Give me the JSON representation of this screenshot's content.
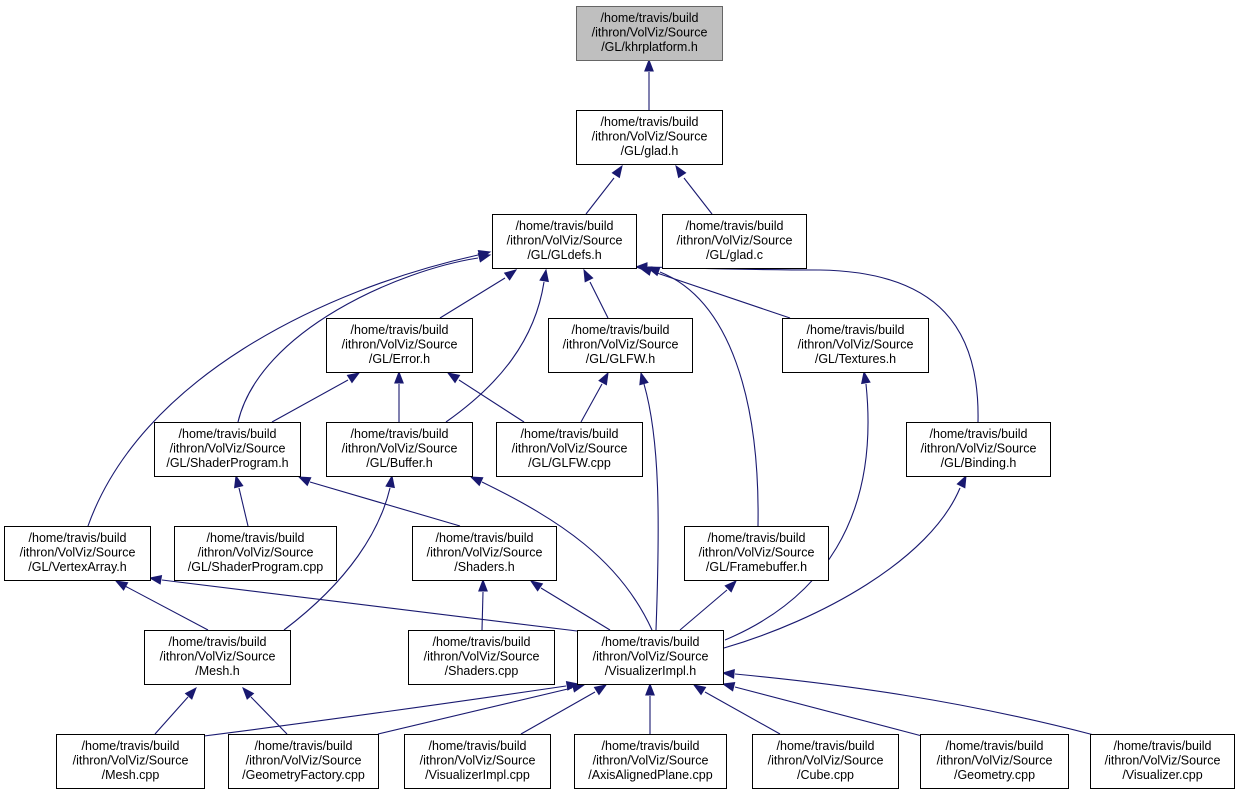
{
  "graph": {
    "nodes": [
      {
        "id": "khrplatform_h",
        "lines": [
          "/home/travis/build",
          "/ithron/VolViz/Source",
          "/GL/khrplatform.h"
        ],
        "root": true
      },
      {
        "id": "glad_h",
        "lines": [
          "/home/travis/build",
          "/ithron/VolViz/Source",
          "/GL/glad.h"
        ]
      },
      {
        "id": "gldefs_h",
        "lines": [
          "/home/travis/build",
          "/ithron/VolViz/Source",
          "/GL/GLdefs.h"
        ]
      },
      {
        "id": "glad_c",
        "lines": [
          "/home/travis/build",
          "/ithron/VolViz/Source",
          "/GL/glad.c"
        ]
      },
      {
        "id": "error_h",
        "lines": [
          "/home/travis/build",
          "/ithron/VolViz/Source",
          "/GL/Error.h"
        ]
      },
      {
        "id": "glfw_h",
        "lines": [
          "/home/travis/build",
          "/ithron/VolViz/Source",
          "/GL/GLFW.h"
        ]
      },
      {
        "id": "textures_h",
        "lines": [
          "/home/travis/build",
          "/ithron/VolViz/Source",
          "/GL/Textures.h"
        ]
      },
      {
        "id": "shaderprogram_h",
        "lines": [
          "/home/travis/build",
          "/ithron/VolViz/Source",
          "/GL/ShaderProgram.h"
        ]
      },
      {
        "id": "buffer_h",
        "lines": [
          "/home/travis/build",
          "/ithron/VolViz/Source",
          "/GL/Buffer.h"
        ]
      },
      {
        "id": "glfw_cpp",
        "lines": [
          "/home/travis/build",
          "/ithron/VolViz/Source",
          "/GL/GLFW.cpp"
        ]
      },
      {
        "id": "binding_h",
        "lines": [
          "/home/travis/build",
          "/ithron/VolViz/Source",
          "/GL/Binding.h"
        ]
      },
      {
        "id": "vertexarray_h",
        "lines": [
          "/home/travis/build",
          "/ithron/VolViz/Source",
          "/GL/VertexArray.h"
        ]
      },
      {
        "id": "shaderprogram_cpp",
        "lines": [
          "/home/travis/build",
          "/ithron/VolViz/Source",
          "/GL/ShaderProgram.cpp"
        ]
      },
      {
        "id": "shaders_h",
        "lines": [
          "/home/travis/build",
          "/ithron/VolViz/Source",
          "/Shaders.h"
        ]
      },
      {
        "id": "framebuffer_h",
        "lines": [
          "/home/travis/build",
          "/ithron/VolViz/Source",
          "/GL/Framebuffer.h"
        ]
      },
      {
        "id": "mesh_h",
        "lines": [
          "/home/travis/build",
          "/ithron/VolViz/Source",
          "/Mesh.h"
        ]
      },
      {
        "id": "shaders_cpp",
        "lines": [
          "/home/travis/build",
          "/ithron/VolViz/Source",
          "/Shaders.cpp"
        ]
      },
      {
        "id": "visualizerimpl_h",
        "lines": [
          "/home/travis/build",
          "/ithron/VolViz/Source",
          "/VisualizerImpl.h"
        ]
      },
      {
        "id": "mesh_cpp",
        "lines": [
          "/home/travis/build",
          "/ithron/VolViz/Source",
          "/Mesh.cpp"
        ]
      },
      {
        "id": "geometryfactory_cpp",
        "lines": [
          "/home/travis/build",
          "/ithron/VolViz/Source",
          "/GeometryFactory.cpp"
        ]
      },
      {
        "id": "visualizerimpl_cpp",
        "lines": [
          "/home/travis/build",
          "/ithron/VolViz/Source",
          "/VisualizerImpl.cpp"
        ]
      },
      {
        "id": "axisalignedplane_cpp",
        "lines": [
          "/home/travis/build",
          "/ithron/VolViz/Source",
          "/AxisAlignedPlane.cpp"
        ]
      },
      {
        "id": "cube_cpp",
        "lines": [
          "/home/travis/build",
          "/ithron/VolViz/Source",
          "/Cube.cpp"
        ]
      },
      {
        "id": "geometry_cpp",
        "lines": [
          "/home/travis/build",
          "/ithron/VolViz/Source",
          "/Geometry.cpp"
        ]
      },
      {
        "id": "visualizer_cpp",
        "lines": [
          "/home/travis/build",
          "/ithron/VolViz/Source",
          "/Visualizer.cpp"
        ]
      }
    ],
    "edges": [
      {
        "from": "glad_h",
        "to": "khrplatform_h"
      },
      {
        "from": "gldefs_h",
        "to": "glad_h"
      },
      {
        "from": "glad_c",
        "to": "glad_h"
      },
      {
        "from": "error_h",
        "to": "gldefs_h"
      },
      {
        "from": "glfw_h",
        "to": "gldefs_h"
      },
      {
        "from": "textures_h",
        "to": "gldefs_h"
      },
      {
        "from": "buffer_h",
        "to": "gldefs_h"
      },
      {
        "from": "shaderprogram_h",
        "to": "gldefs_h"
      },
      {
        "from": "vertexarray_h",
        "to": "gldefs_h"
      },
      {
        "from": "framebuffer_h",
        "to": "gldefs_h"
      },
      {
        "from": "binding_h",
        "to": "gldefs_h"
      },
      {
        "from": "shaderprogram_h",
        "to": "error_h"
      },
      {
        "from": "buffer_h",
        "to": "error_h"
      },
      {
        "from": "glfw_cpp",
        "to": "error_h"
      },
      {
        "from": "glfw_cpp",
        "to": "glfw_h"
      },
      {
        "from": "visualizerimpl_h",
        "to": "glfw_h"
      },
      {
        "from": "visualizerimpl_h",
        "to": "textures_h"
      },
      {
        "from": "visualizerimpl_h",
        "to": "binding_h"
      },
      {
        "from": "shaderprogram_cpp",
        "to": "shaderprogram_h"
      },
      {
        "from": "shaders_h",
        "to": "shaderprogram_h"
      },
      {
        "from": "mesh_h",
        "to": "buffer_h"
      },
      {
        "from": "visualizerimpl_h",
        "to": "buffer_h"
      },
      {
        "from": "mesh_h",
        "to": "vertexarray_h"
      },
      {
        "from": "visualizerimpl_h",
        "to": "vertexarray_h"
      },
      {
        "from": "shaders_cpp",
        "to": "shaders_h"
      },
      {
        "from": "visualizerimpl_h",
        "to": "shaders_h"
      },
      {
        "from": "visualizerimpl_h",
        "to": "framebuffer_h"
      },
      {
        "from": "mesh_cpp",
        "to": "mesh_h"
      },
      {
        "from": "geometryfactory_cpp",
        "to": "mesh_h"
      },
      {
        "from": "mesh_cpp",
        "to": "visualizerimpl_h"
      },
      {
        "from": "geometryfactory_cpp",
        "to": "visualizerimpl_h"
      },
      {
        "from": "visualizerimpl_cpp",
        "to": "visualizerimpl_h"
      },
      {
        "from": "axisalignedplane_cpp",
        "to": "visualizerimpl_h"
      },
      {
        "from": "cube_cpp",
        "to": "visualizerimpl_h"
      },
      {
        "from": "geometry_cpp",
        "to": "visualizerimpl_h"
      },
      {
        "from": "visualizer_cpp",
        "to": "visualizerimpl_h"
      }
    ]
  },
  "colors": {
    "edge": "#191970",
    "node_border": "#000000",
    "root_fill": "#bfbfbf",
    "node_fill": "#ffffff"
  }
}
